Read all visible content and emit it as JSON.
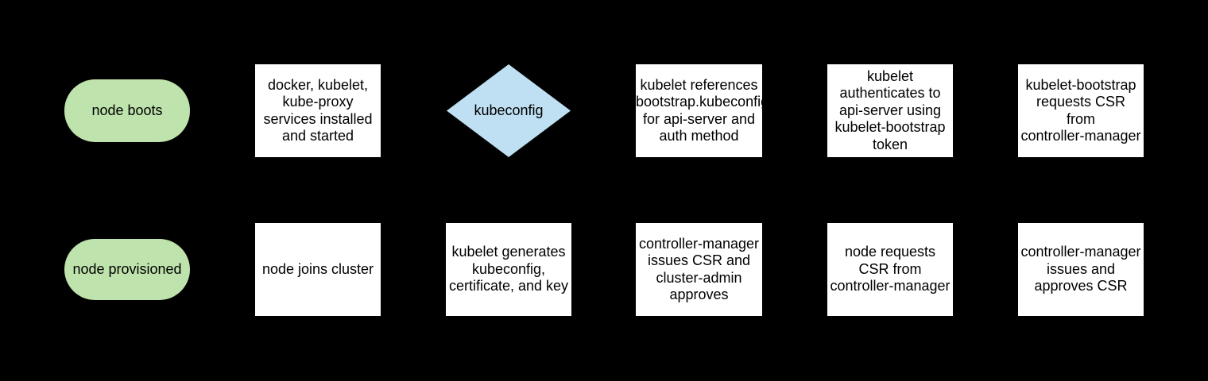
{
  "diagram": {
    "background": "#000000",
    "colors": {
      "terminal_fill": "#bfe3ac",
      "process_fill": "#ffffff",
      "decision_fill": "#bfe0f2",
      "text": "#000000"
    },
    "rows": [
      {
        "name": "node-bootstrap-top-row",
        "nodes": [
          {
            "shape": "terminal",
            "label": "node boots"
          },
          {
            "shape": "process",
            "label": "docker, kubelet,\nkube-proxy\nservices installed\nand started"
          },
          {
            "shape": "decision",
            "label": "kubeconfig"
          },
          {
            "shape": "process",
            "label": "kubelet references\nbootstrap.kubeconfig\nfor api-server and\nauth method"
          },
          {
            "shape": "process",
            "label": "kubelet\nauthenticates to\napi-server using\nkubelet-bootstrap\ntoken"
          },
          {
            "shape": "process",
            "label": "kubelet-bootstrap\nrequests CSR\nfrom\ncontroller-manager"
          }
        ]
      },
      {
        "name": "node-bootstrap-bottom-row",
        "nodes": [
          {
            "shape": "terminal",
            "label": "node provisioned"
          },
          {
            "shape": "process",
            "label": "node joins cluster"
          },
          {
            "shape": "process",
            "label": "kubelet generates\nkubeconfig,\ncertificate, and key"
          },
          {
            "shape": "process",
            "label": "controller-manager\nissues CSR and\ncluster-admin\napproves"
          },
          {
            "shape": "process",
            "label": "node requests\nCSR from\ncontroller-manager"
          },
          {
            "shape": "process",
            "label": "controller-manager\nissues and\napproves CSR"
          }
        ]
      }
    ]
  }
}
